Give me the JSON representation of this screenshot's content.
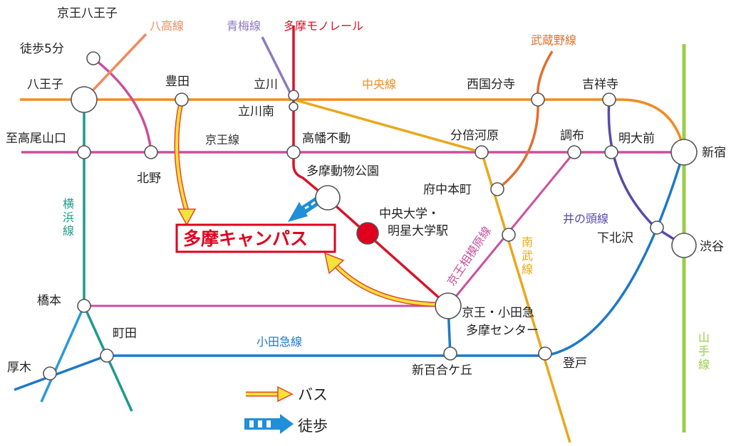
{
  "colors": {
    "chuo": "#f08c1e",
    "keio": "#c9509d",
    "sagamihara": "#c9509d",
    "nambu": "#e8a81a",
    "odakyu": "#1e78c8",
    "yokohama": "#1e9a8c",
    "hachiko": "#f08a5e",
    "ome": "#8c7ac0",
    "monorail": "#d7142a",
    "musashino": "#e0702e",
    "inokashira": "#5a4aa8",
    "yamanote": "#9acd4a",
    "sagami_atsugi": "#2a9ad8",
    "bus": "#f5e23a",
    "walk": "#1e8fd8",
    "campus": "#e0001e"
  },
  "lines": {
    "hachiko": "八高線",
    "ome": "青梅線",
    "monorail": "多摩モノレール",
    "musashino": "武蔵野線",
    "chuo": "中央線",
    "keio": "京王線",
    "yokohama": "横\n浜\n線",
    "sagamihara": "京王相模原線",
    "nambu": "南\n武\n線",
    "inokashira": "井の頭線",
    "odakyu": "小田急線",
    "yamanote": "山\n手\n線"
  },
  "stations": {
    "keio_hachioji": "京王八王子",
    "toho5": "徒歩5分",
    "hachioji": "八王子",
    "toyoda": "豊田",
    "tachikawa": "立川",
    "tachikawa_minami": "立川南",
    "nishikokubunji": "西国分寺",
    "kichijoji": "吉祥寺",
    "takaosanguchi": "至高尾山口",
    "kitano": "北野",
    "takahatafudo": "高幡不動",
    "bubaigawara": "分倍河原",
    "chofu": "調布",
    "meidaimae": "明大前",
    "shinjuku": "新宿",
    "tama_zoo": "多摩動物公園",
    "fuchuhonmachi": "府中本町",
    "chuo_univ": "中央大学・\n明星大学駅",
    "shimokitazawa": "下北沢",
    "shibuya": "渋谷",
    "hashimoto": "橋本",
    "tama_center": "京王・小田急\n多摩センター",
    "machida": "町田",
    "atsugi": "厚木",
    "shinyurigaoka": "新百合ケ丘",
    "noborito": "登戸"
  },
  "campus": "多摩キャンパス",
  "legend": {
    "bus": "バス",
    "walk": "徒歩"
  }
}
